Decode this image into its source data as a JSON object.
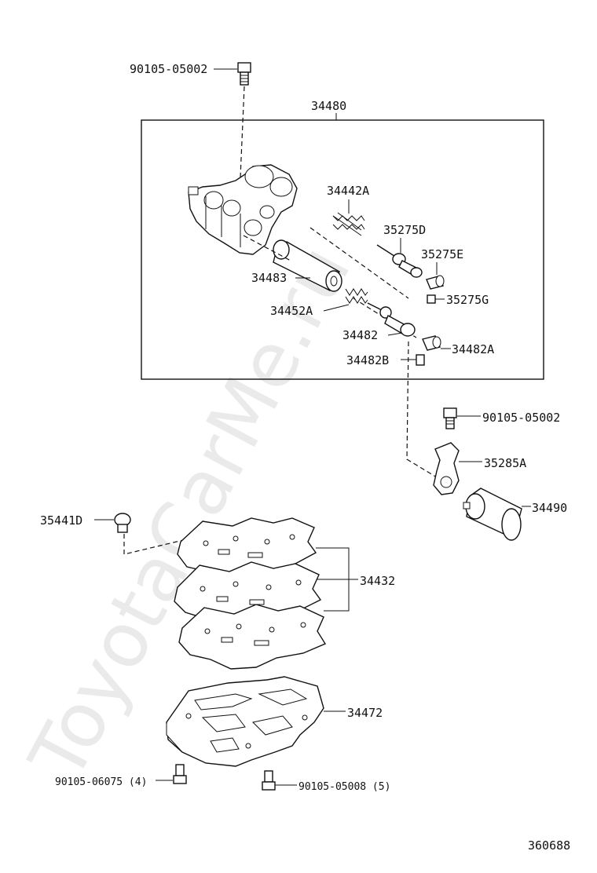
{
  "watermark": "ToyotaCarMe.ru",
  "diagram_id": "360688",
  "labels": {
    "bolt_top": "90105-05002",
    "assembly": "34480",
    "spring_a": "34442A",
    "valve_d": "35275D",
    "plug_e": "35275E",
    "retainer_g": "35275G",
    "sleeve": "34483",
    "spring_b": "34452A",
    "valve": "34482",
    "plug_a": "34482A",
    "retainer_b": "34482B",
    "bolt_right": "90105-05002",
    "bracket": "35285A",
    "solenoid": "34490",
    "screen": "35441D",
    "gaskets": "34432",
    "valve_body": "34472",
    "bolt_bottom_left": "90105-06075 (4)",
    "bolt_bottom_right": "90105-05008 (5)"
  }
}
